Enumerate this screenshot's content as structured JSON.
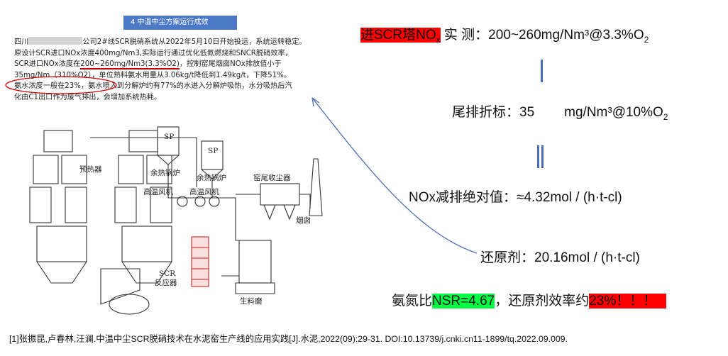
{
  "excerpt": {
    "section_title": "4  中温中尘方案运行成效",
    "lines": [
      {
        "a": "四川",
        "b": "公司2#线SCR脱硝系统从2022年5月10日开始投运，系统运转稳定。"
      },
      {
        "a": "原设计SCR进口NOx浓度400mg/Nm3,实际运行通过优化低氮燃烧和SNCR脱硝效率，"
      },
      {
        "a": "SCR进口NOx浓度在",
        "u": "200~260mg/Nm3(3.3%O2)",
        "b": "，控制窑尾烟囱NOx排放值小于"
      },
      {
        "a": "35mg/Nm（310%O2）",
        "b": "，单位熟料氨水用量从3.06kg/t降低到1.49kg/t，下降51%。"
      },
      {
        "a": "氨水浓度一般在23%，氨水喷入到分解炉约有77%的水进入分解炉吸热，水分吸热后汽"
      },
      {
        "a": "化由C1出口作为废气排出，会增加系统热耗。"
      }
    ],
    "diagram_labels": {
      "preheater": "预热器",
      "boiler1": "余热锅炉",
      "boiler2": "余热锅炉",
      "sp": "SP",
      "fan1": "高温风机",
      "fan2": "高温风机",
      "dust": "窑尾收尘器",
      "chimney": "烟囱",
      "scr1": "SCR",
      "scr2": "反应器",
      "mill": "生料磨"
    }
  },
  "right": {
    "line1_highlight": "进SCR塔NO",
    "line1_sub": "x",
    "line1_rest": " 实  测：200~260mg/Nm³@3.3%O",
    "line1_o2sub": "2",
    "line2_label": "尾排折标：35",
    "line2_unit": "mg/Nm³@10%O",
    "line2_o2sub": "2",
    "line3": "NOx减排绝对值：≈4.32mol / (h·t-cl)",
    "line4": "还原剂：20.16mol / (h·t-cl)",
    "line5_prefix": "氨氮比",
    "line5_nsr": "NSR=4.67",
    "line5_mid": "，还原剂效率约",
    "line5_eff": "23%！！！"
  },
  "reference": "[1]张振昆,卢春林,汪澜.中温中尘SCR脱硝技术在水泥窑生产线的应用实践[J].水泥,2022(09):29-31. DOI:10.13739/j.cnki.cn11-1899/tq.2022.09.009.",
  "colors": {
    "highlight_red": "#ff0000",
    "highlight_green": "#00ff44",
    "arrow_blue": "#4a6db8",
    "title_bar": "#4b79c6"
  }
}
